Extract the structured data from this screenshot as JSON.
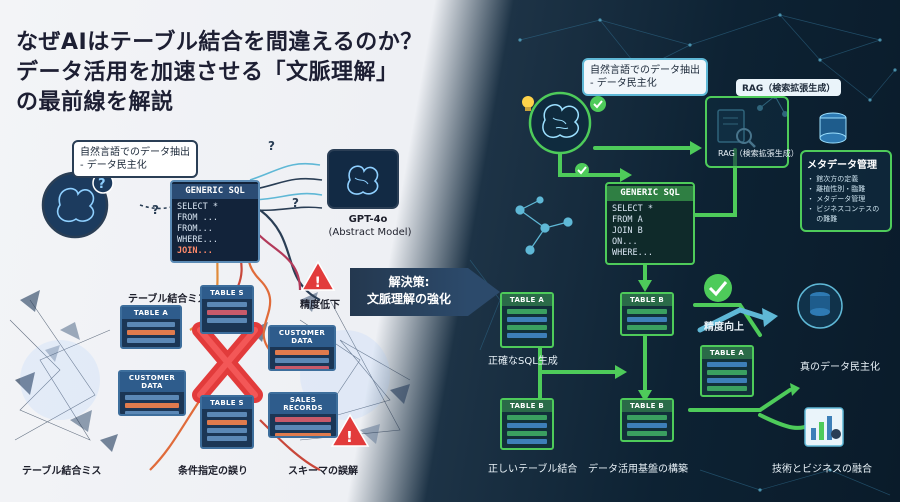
{
  "title": {
    "line1": "なぜAIはテーブル結合を間違えるのか？",
    "line2": "データ活用を加速させる「文脈理解」",
    "line3": "の最前線を解説"
  },
  "left": {
    "bubble_line1": "自然言語でのデータ抽出",
    "bubble_line2": "- データ民主化",
    "sql_header": "GENERIC SQL",
    "sql_lines": [
      "SELECT *",
      " FROM ...",
      "  FROM...",
      "  WHERE...",
      "JOIN..."
    ],
    "model_name": "GPT-4o",
    "model_sub": "(Abstract Model)",
    "label_join_miss_top": "テーブル結合ミス",
    "label_join_miss_bottom": "テーブル結合ミス",
    "label_condition_error": "条件指定の誤り",
    "label_schema_misread": "スキーマの誤解",
    "label_accuracy_down": "精度低下",
    "tables": {
      "table_a": "TABLE A",
      "table_s": "TABLE S",
      "customer_data_left": "CUSTOMER DATA",
      "customer_data_right": "CUSTOMER DATA",
      "table_s2": "TABLE S",
      "sales_records": "SALES RECORDS"
    }
  },
  "banner": {
    "line1": "解決策:",
    "line2": "文脈理解の強化"
  },
  "right": {
    "bubble_line1": "自然言語でのデータ抽出",
    "bubble_line2": "- データ民主化",
    "rag_title": "RAG（検索拡張生成）",
    "rag_label": "RAG（検索拡張生成）",
    "meta_title": "メタデータ管理",
    "meta_items": [
      "・ 館次方の定義",
      "・ 離植性別・臨難",
      "・ メタデータ管理",
      "・ ビジネスコンテスの",
      "　 の難難"
    ],
    "sql_header": "GENERIC SQL",
    "sql_lines": [
      "SELECT *",
      "  FROM A",
      "  JOIN B",
      "    ON...",
      "  WHERE..."
    ],
    "tables": {
      "table_a_left": "TABLE A",
      "table_b_mid": "TABLE B",
      "table_a_right": "TABLE A",
      "table_b_left": "TABLE B",
      "table_b_bottom": "TABLE B"
    },
    "label_accurate_sql": "正確なSQL生成",
    "label_correct_join": "正しいテーブル結合",
    "label_platform": "データ活用基盤の構築",
    "label_accuracy_up": "精度向上",
    "label_true_democratization": "真のデータ民主化",
    "label_tech_business": "技術とビジネスの融合"
  },
  "colors": {
    "accent_green": "#4ecb5a",
    "accent_blue": "#5fb8d6",
    "error_red": "#e23b3b",
    "warning_red": "#d93a3a"
  }
}
